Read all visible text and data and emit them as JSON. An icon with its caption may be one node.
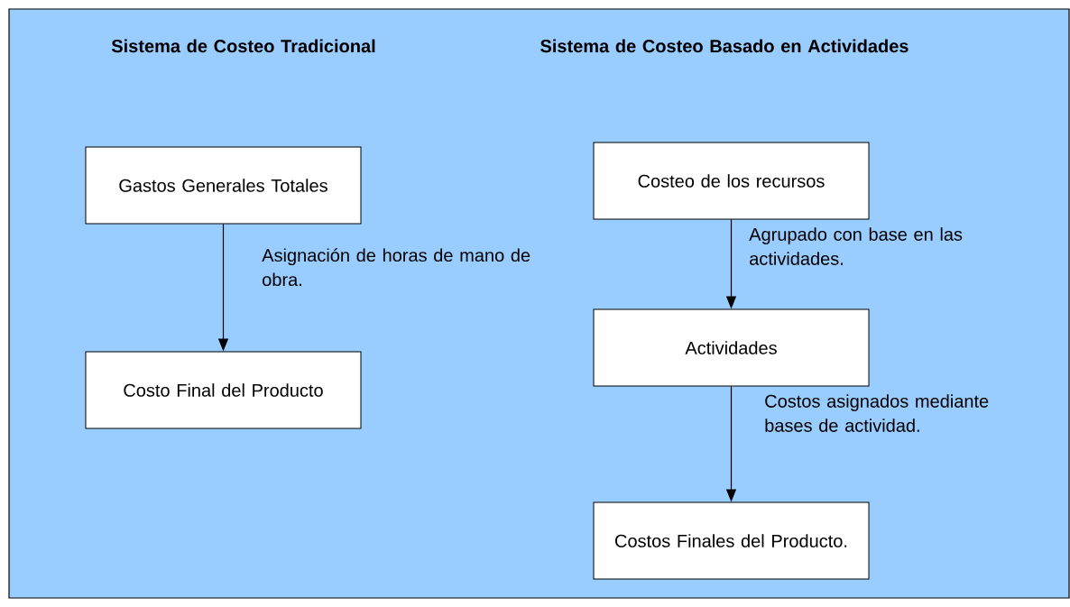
{
  "diagram": {
    "nodes": [
      {
        "text": [
          "Gastos Generales Totales"
        ]
      },
      {
        "text": [
          "Costo Final del Producto"
        ]
      },
      {
        "text": [
          "Costeo de los recursos"
        ]
      },
      {
        "text": [
          "Actividades"
        ]
      },
      {
        "text": [
          "Costos Finales del Producto."
        ]
      }
    ],
    "edges": [
      {
        "from": 0,
        "to": 1,
        "arrow": "to",
        "label": "Asignación de horas de mano de obra."
      },
      {
        "from": 2,
        "to": 3,
        "arrow": "to",
        "label": "Agrupado con base en las actividades."
      },
      {
        "from": 3,
        "to": 4,
        "arrow": "to",
        "label": "Costos asignados mediante bases de actividad."
      }
    ],
    "labels": [
      "Sistema de Costeo Tradicional",
      "Sistema de Costeo Basado en Actividades"
    ]
  }
}
